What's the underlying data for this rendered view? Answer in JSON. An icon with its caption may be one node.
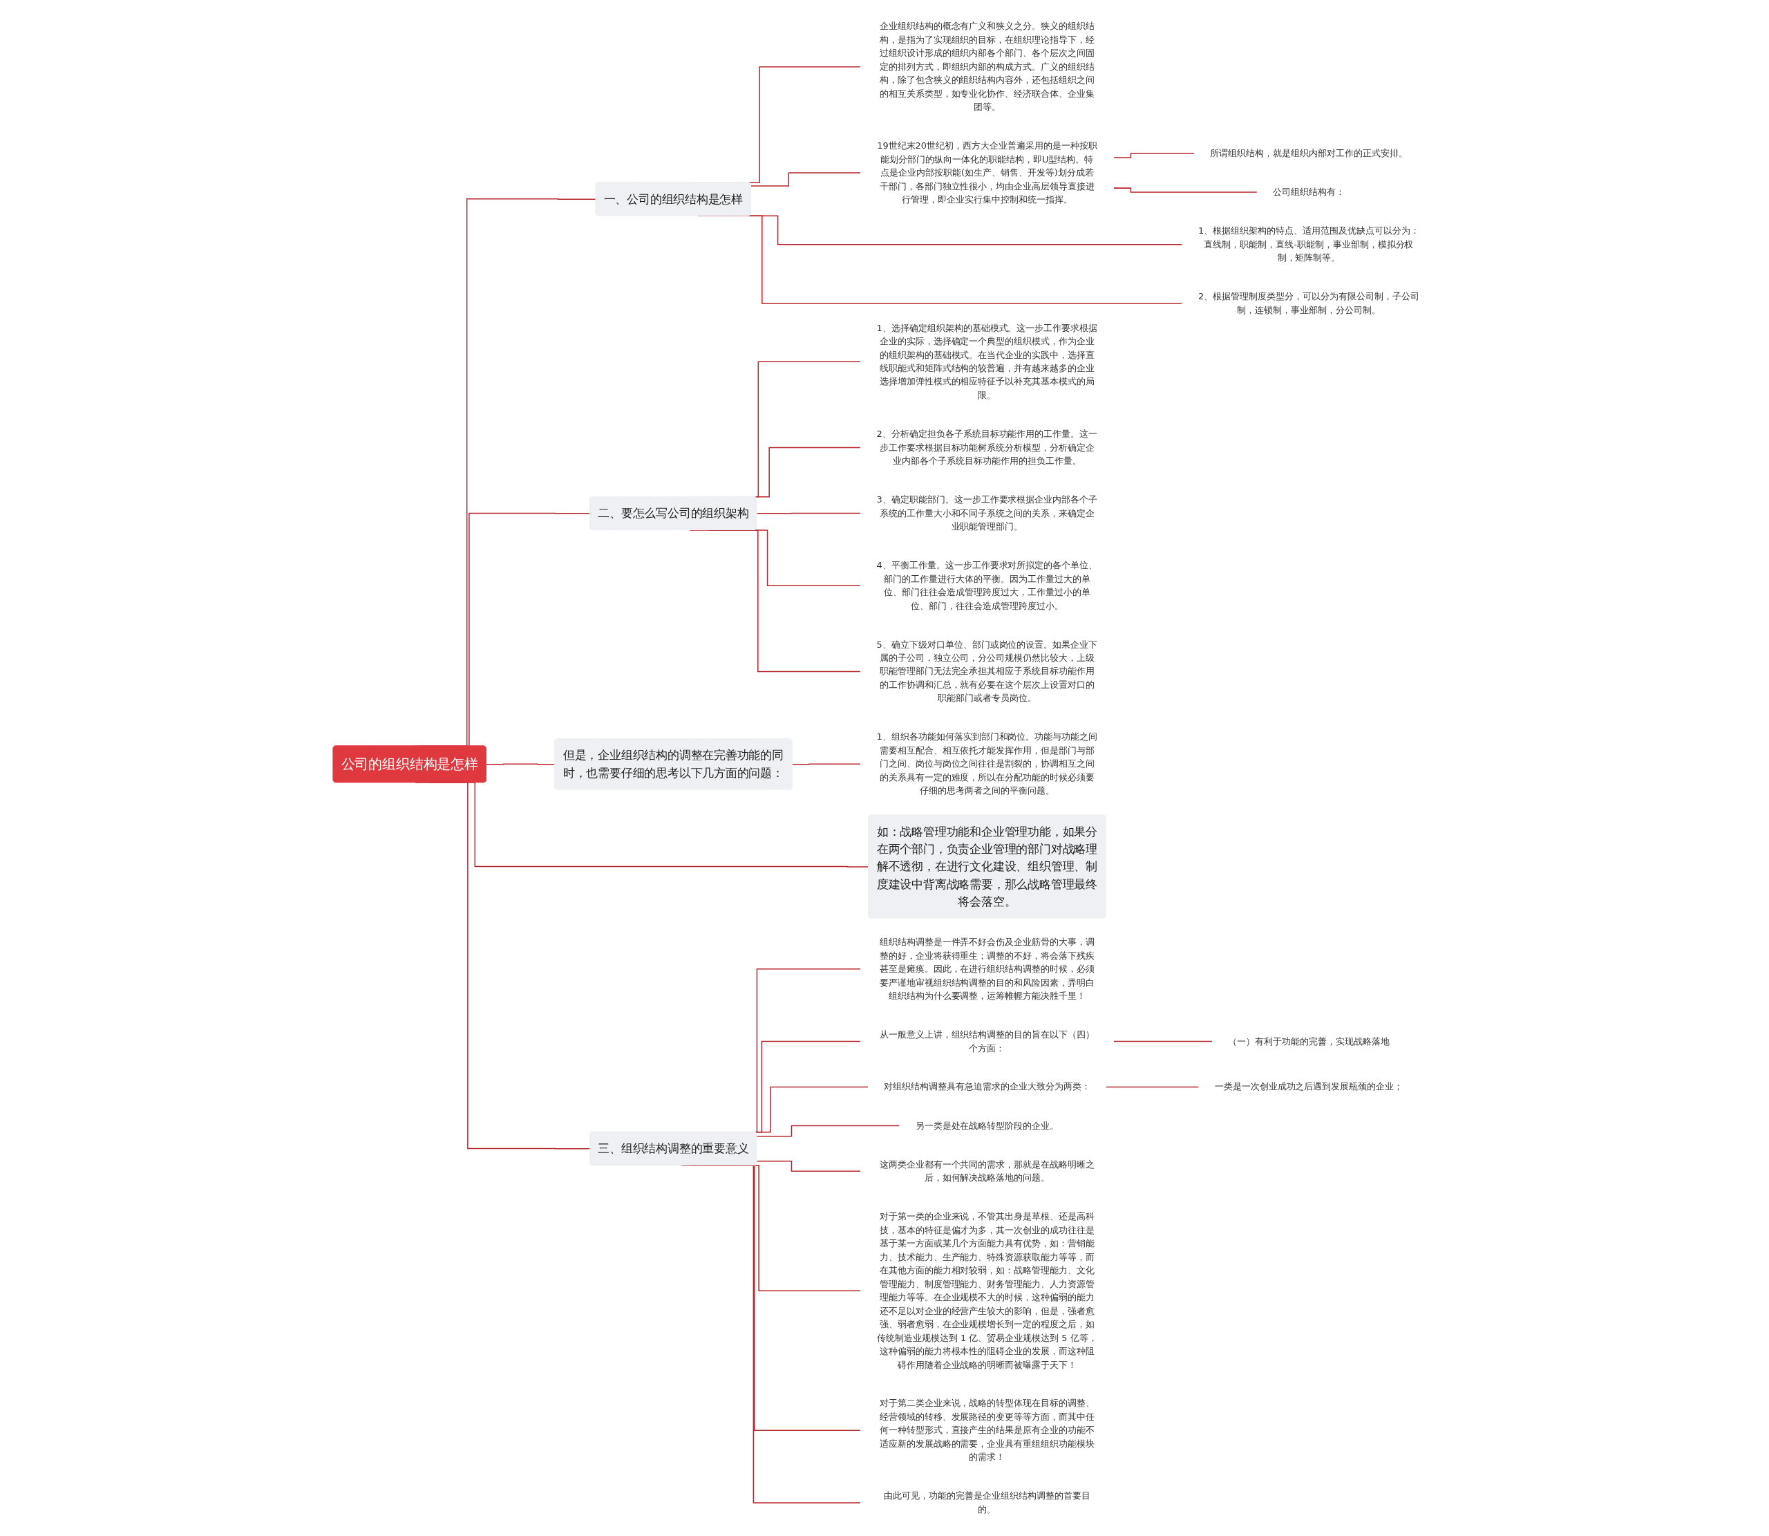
{
  "diagram": {
    "nodes": [
      {
        "text": [
          "公司的组织结构是怎样"
        ]
      },
      {
        "text": [
          "一、公司的组织结构是怎样"
        ]
      },
      {
        "text": [
          "企业组织结构的概念有广义和狭义之分。狭义的组织结构，是指为了实现组织的目标，在组织理论指导下，经过组织设计形成的组织内部各个部门、各个层次之间固定的排列方式，即组织内部的构成方式。广义的组织结构，除了包含狭义的组织结构内容外，还包括组织之间的相互关系类型，如专业化协作、经济联合体、企业集团等。"
        ]
      },
      {
        "text": [
          "19世纪末20世纪初，西方大企业普遍采用的是一种按职能划分部门的纵向一体化的职能结构，即U型结构。特点是企业内部按职能(如生产、销售、开发等)划分成若干部门，各部门独立性很小，均由企业高层领导直接进行管理，即企业实行集中控制和统一指挥。"
        ]
      },
      {
        "text": [
          "所谓组织结构，就是组织内部对工作的正式安排。"
        ]
      },
      {
        "text": [
          "公司组织结构有："
        ]
      },
      {
        "text": [
          "1、根据组织架构的特点、适用范围及优缺点可以分为：直线制，职能制，直线-职能制，事业部制，模拟分权制，矩阵制等。"
        ]
      },
      {
        "text": [
          "2、根据管理制度类型分，可以分为有限公司制，子公司制，连锁制，事业部制，分公司制。"
        ]
      },
      {
        "text": [
          "二、要怎么写公司的组织架构"
        ]
      },
      {
        "text": [
          "1、选择确定组织架构的基础模式。这一步工作要求根据企业的实际，选择确定一个典型的组织模式，作为企业的组织架构的基础模式。在当代企业的实践中，选择直线职能式和矩阵式结构的较普遍，并有越来越多的企业选择增加弹性模式的相应特征予以补充其基本模式的局限。"
        ]
      },
      {
        "text": [
          "2、分析确定担负各子系统目标功能作用的工作量。这一步工作要求根据目标功能树系统分析模型，分析确定企业内部各个子系统目标功能作用的担负工作量。"
        ]
      },
      {
        "text": [
          "3、确定职能部门。这一步工作要求根据企业内部各个子系统的工作量大小和不同子系统之间的关系，来确定企业职能管理部门。"
        ]
      },
      {
        "text": [
          "4、平衡工作量。这一步工作要求对所拟定的各个单位、部门的工作量进行大体的平衡。因为工作量过大的单位、部门往往会造成管理跨度过大，工作量过小的单位、部门，往往会造成管理跨度过小。"
        ]
      },
      {
        "text": [
          "5、确立下级对口单位、部门或岗位的设置。如果企业下属的子公司，独立公司，分公司规模仍然比较大，上级职能管理部门无法完全承担其相应子系统目标功能作用的工作协调和汇总，就有必要在这个层次上设置对口的职能部门或者专员岗位。"
        ]
      },
      {
        "text": [
          "但是，企业组织结构的调整在完善功能的同时，也需要仔细的思考以下几方面的问题："
        ]
      },
      {
        "text": [
          "1、组织各功能如何落实到部门和岗位。功能与功能之间需要相互配合、相互依托才能发挥作用，但是部门与部门之间、岗位与岗位之间往往是割裂的，协调相互之间的关系具有一定的难度，所以在分配功能的时候必须要仔细的思考两者之间的平衡问题。"
        ]
      },
      {
        "text": [
          "三、组织结构调整的重要意义"
        ]
      },
      {
        "text": [
          "组织结构调整是一件弄不好会伤及企业筋骨的大事，调整的好，企业将获得重生；调整的不好，将会落下残疾甚至是瘫痪。因此，在进行组织结构调整的时候，必须要严谨地审视组织结构调整的目的和风险因素，弄明白组织结构为什么要调整，运筹帷幄方能决胜千里！"
        ]
      },
      {
        "text": [
          "从一般意义上讲，组织结构调整的目的旨在以下（四）个方面："
        ]
      },
      {
        "text": [
          "（一）有利于功能的完善，实现战略落地"
        ]
      },
      {
        "text": [
          "对组织结构调整具有急迫需求的企业大致分为两类："
        ]
      },
      {
        "text": [
          "一类是一次创业成功之后遇到发展瓶颈的企业；"
        ]
      },
      {
        "text": [
          "另一类是处在战略转型阶段的企业。"
        ]
      },
      {
        "text": [
          "这两类企业都有一个共同的需求，那就是在战略明晰之后，如何解决战略落地的问题。"
        ]
      },
      {
        "text": [
          "对于第一类的企业来说，不管其出身是草根、还是高科技，基本的特征是偏才为多，其一次创业的成功往往是基于某一方面或某几个方面能力具有优势，如：营销能力、技术能力、生产能力、特殊资源获取能力等等，而在其他方面的能力相对较弱，如：战略管理能力、文化管理能力、制度管理能力、财务管理能力、人力资源管理能力等等。在企业规模不大的时候，这种偏弱的能力还不足以对企业的经营产生较大的影响，但是，强者愈强、弱者愈弱，在企业规模增长到一定的程度之后，如传统制造业规模达到 1 亿、贸易企业规模达到 5 亿等，这种偏弱的能力将根本性的阻碍企业的发展，而这种阻碍作用随着企业战略的明晰而被曝露于天下！"
        ]
      },
      {
        "text": [
          "对于第二类企业来说，战略的转型体现在目标的调整、经营领域的转移、发展路径的变更等等方面，而其中任何一种转型形式，直接产生的结果是原有企业的功能不适应新的发展战略的需要，企业具有重组组织功能模块的需求！"
        ]
      },
      {
        "text": [
          "由此可见，功能的完善是企业组织结构调整的首要目的。"
        ]
      },
      {
        "text": [
          "如：战略管理功能和企业管理功能，如果分在两个部门，负责企业管理的部门对战略理解不透彻，在进行文化建设、组织管理、制度建设中背离战略需要，那么战略管理最终将会落空。"
        ]
      }
    ],
    "edges": [
      {
        "from": 0,
        "to": 1,
        "arrow": "none"
      },
      {
        "from": 1,
        "to": 2,
        "arrow": "none"
      },
      {
        "from": 1,
        "to": 3,
        "arrow": "none"
      },
      {
        "from": 1,
        "to": 6,
        "arrow": "none"
      },
      {
        "from": 1,
        "to": 7,
        "arrow": "none"
      },
      {
        "from": 3,
        "to": 4,
        "arrow": "none"
      },
      {
        "from": 3,
        "to": 5,
        "arrow": "none"
      },
      {
        "from": 0,
        "to": 8,
        "arrow": "none"
      },
      {
        "from": 8,
        "to": 9,
        "arrow": "none"
      },
      {
        "from": 8,
        "to": 10,
        "arrow": "none"
      },
      {
        "from": 8,
        "to": 11,
        "arrow": "none"
      },
      {
        "from": 8,
        "to": 12,
        "arrow": "none"
      },
      {
        "from": 8,
        "to": 13,
        "arrow": "none"
      },
      {
        "from": 0,
        "to": 14,
        "arrow": "none"
      },
      {
        "from": 14,
        "to": 15,
        "arrow": "none"
      },
      {
        "from": 0,
        "to": 27,
        "arrow": "none"
      },
      {
        "from": 0,
        "to": 16,
        "arrow": "none"
      },
      {
        "from": 16,
        "to": 17,
        "arrow": "none"
      },
      {
        "from": 16,
        "to": 18,
        "arrow": "none"
      },
      {
        "from": 18,
        "to": 19,
        "arrow": "none"
      },
      {
        "from": 16,
        "to": 20,
        "arrow": "none"
      },
      {
        "from": 20,
        "to": 21,
        "arrow": "none"
      },
      {
        "from": 16,
        "to": 22,
        "arrow": "none"
      },
      {
        "from": 16,
        "to": 23,
        "arrow": "none"
      },
      {
        "from": 16,
        "to": 24,
        "arrow": "none"
      },
      {
        "from": 16,
        "to": 25,
        "arrow": "none"
      },
      {
        "from": 16,
        "to": 26,
        "arrow": "none"
      }
    ]
  }
}
